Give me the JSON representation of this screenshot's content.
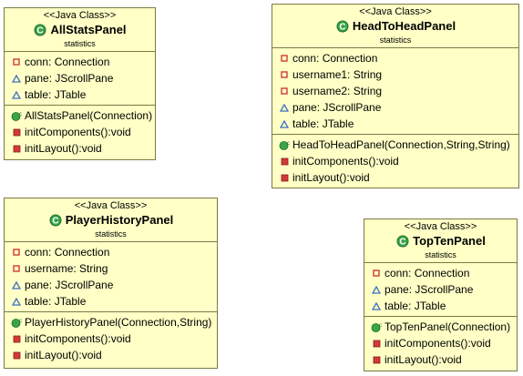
{
  "classes": [
    {
      "id": "all-stats-panel",
      "stereotype": "<<Java Class>>",
      "name": "AllStatsPanel",
      "package": "statistics",
      "fields": [
        {
          "visibility": "private",
          "text": "conn: Connection"
        },
        {
          "visibility": "package",
          "text": "pane: JScrollPane"
        },
        {
          "visibility": "package",
          "text": "table: JTable"
        }
      ],
      "methods": [
        {
          "visibility": "constructor",
          "text": "AllStatsPanel(Connection)"
        },
        {
          "visibility": "private-method",
          "text": "initComponents():void"
        },
        {
          "visibility": "private-method",
          "text": "initLayout():void"
        }
      ]
    },
    {
      "id": "head-to-head-panel",
      "stereotype": "<<Java Class>>",
      "name": "HeadToHeadPanel",
      "package": "statistics",
      "fields": [
        {
          "visibility": "private",
          "text": "conn: Connection"
        },
        {
          "visibility": "private",
          "text": "username1: String"
        },
        {
          "visibility": "private",
          "text": "username2: String"
        },
        {
          "visibility": "package",
          "text": "pane: JScrollPane"
        },
        {
          "visibility": "package",
          "text": "table: JTable"
        }
      ],
      "methods": [
        {
          "visibility": "constructor",
          "text": "HeadToHeadPanel(Connection,String,String)"
        },
        {
          "visibility": "private-method",
          "text": "initComponents():void"
        },
        {
          "visibility": "private-method",
          "text": "initLayout():void"
        }
      ]
    },
    {
      "id": "player-history-panel",
      "stereotype": "<<Java Class>>",
      "name": "PlayerHistoryPanel",
      "package": "statistics",
      "fields": [
        {
          "visibility": "private",
          "text": "conn: Connection"
        },
        {
          "visibility": "private",
          "text": "username: String"
        },
        {
          "visibility": "package",
          "text": "pane: JScrollPane"
        },
        {
          "visibility": "package",
          "text": "table: JTable"
        }
      ],
      "methods": [
        {
          "visibility": "constructor",
          "text": "PlayerHistoryPanel(Connection,String)"
        },
        {
          "visibility": "private-method",
          "text": "initComponents():void"
        },
        {
          "visibility": "private-method",
          "text": "initLayout():void"
        }
      ]
    },
    {
      "id": "top-ten-panel",
      "stereotype": "<<Java Class>>",
      "name": "TopTenPanel",
      "package": "statistics",
      "fields": [
        {
          "visibility": "private",
          "text": "conn: Connection"
        },
        {
          "visibility": "package",
          "text": "pane: JScrollPane"
        },
        {
          "visibility": "package",
          "text": "table: JTable"
        }
      ],
      "methods": [
        {
          "visibility": "constructor",
          "text": "TopTenPanel(Connection)"
        },
        {
          "visibility": "private-method",
          "text": "initComponents():void"
        },
        {
          "visibility": "private-method",
          "text": "initLayout():void"
        }
      ]
    }
  ],
  "icons": {
    "class": "class-icon",
    "private": "private-field-icon",
    "package": "package-field-icon",
    "constructor": "constructor-icon",
    "private-method": "private-method-icon"
  },
  "colors": {
    "box_fill": "#ffffc6",
    "box_border": "#7a7a46",
    "private_red": "#d03a3a",
    "package_blue": "#3f6fc4",
    "class_green": "#3aa54a"
  }
}
